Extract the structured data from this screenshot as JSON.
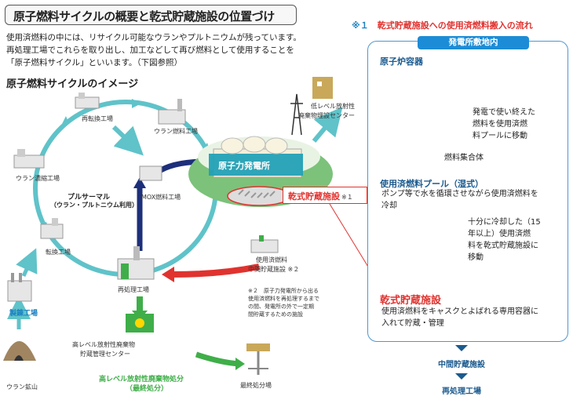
{
  "header": {
    "title": "原子燃料サイクルの概要と乾式貯蔵施設の位置づけ",
    "intro_lines": [
      "使用済燃料の中には、リサイクル可能なウランやプルトニウムが残っています。",
      "再処理工場でこれらを取り出し、加工などして再び燃料として使用することを",
      "「原子燃料サイクル」といいます。（下図参照）"
    ]
  },
  "cycle": {
    "subtitle": "原子燃料サイクルのイメージ",
    "nodes": {
      "reconversion": "再転換工場",
      "uranium_fuel": "ウラン燃料工場",
      "enrichment": "ウラン濃縮工場",
      "conversion": "転換工場",
      "smelting": "製錬工場",
      "mine": "ウラン鉱山",
      "mox": "MOX燃料工場",
      "reprocessing": "再処理工場",
      "plant": "原子力発電所",
      "low_level_1": "低レベル放射性",
      "low_level_2": "廃棄物埋設センター",
      "interim_1": "使用済燃料",
      "interim_2": "中間貯蔵施設 ※２",
      "hlw_center_1": "高レベル放射性廃棄物",
      "hlw_center_2": "貯蔵管理センター",
      "hlw_disposal_1": "高レベル放射性廃棄物処分",
      "hlw_disposal_2": "（最終処分）",
      "final_site": "最終処分場"
    },
    "pluthermal_1": "プルサーマル",
    "pluthermal_2": "（ウラン・プルトニウム利用）",
    "dry_storage_label": "乾式貯蔵施設",
    "dry_storage_mark": "※１",
    "note2": [
      "※２　原子力発電所から出る",
      "使用済燃料を再処理するまで",
      "の間、発電所の外で一定期",
      "間貯蔵するための施設"
    ]
  },
  "flow": {
    "heading_mark": "※１",
    "heading": "乾式貯蔵施設への使用済燃料搬入の流れ",
    "site_tab": "発電所敷地内",
    "reactor_title": "原子炉容器",
    "reactor_text": [
      "発電で使い終えた",
      "燃料を使用済燃",
      "料プールに移動"
    ],
    "fuel_assembly": "燃料集合体",
    "pool_title": "使用済燃料プール（湿式）",
    "pool_text": [
      "ポンプ等で水を循環させながら使用済燃料を",
      "冷却"
    ],
    "pool_label": "使用済燃料",
    "cooled_text": [
      "十分に冷却した（15",
      "年以上）使用済燃",
      "料を乾式貯蔵施設に",
      "移動"
    ],
    "dry_title": "乾式貯蔵施設",
    "dry_text": [
      "使用済燃料をキャスクとよばれる専用容器に",
      "入れて貯蔵・管理"
    ],
    "interim": "中間貯蔵施設",
    "reprocessing": "再処理工場"
  },
  "colors": {
    "cycle_arrow": "#5fc3c9",
    "red_arrow": "#e0332f",
    "green_arrow": "#3fae49",
    "panel_border": "#4f97cf",
    "navy_arrow": "#1d2f7a"
  }
}
